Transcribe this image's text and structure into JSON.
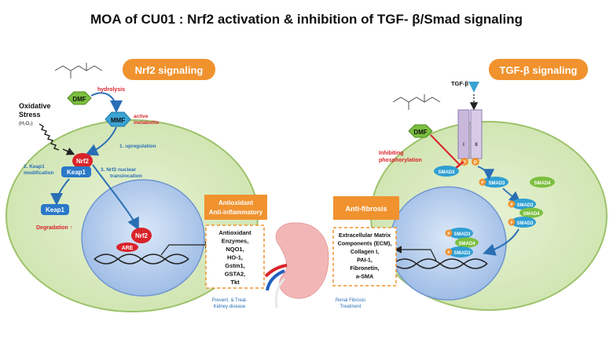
{
  "title": "MOA of CU01 : Nrf2 activation & inhibition of TGF- β/Smad signaling",
  "left": {
    "header": "Nrf2 signaling",
    "dmf": "DMF",
    "hydrolysis": "hydrolysis",
    "mmf": "MMF",
    "active_metabolite_1": "active",
    "active_metabolite_2": "metabolite",
    "oxidative_1": "Oxidative",
    "oxidative_2": "Stress",
    "oxidative_3": "(H₂O₂)",
    "upregulation": "1. upregulation",
    "keap1_mod_1": "2. Keap1",
    "keap1_mod_2": "modification",
    "nrf2": "Nrf2",
    "keap1": "Keap1",
    "nuclear_1": "3. Nrf2 nuclear",
    "nuclear_2": "translocation",
    "keap1_free": "Keap1",
    "degradation": "Degradation ↑",
    "nrf2_nucleus": "Nrf2",
    "are": "ARE",
    "effect_1": "Antioxidant",
    "effect_2": "Anti-inflammatory",
    "genes": [
      "Antioxidant",
      "Enzymes,",
      "NQO1,",
      "HO-1,",
      "Gstm1,",
      "GSTA2,",
      "Tkt"
    ],
    "outcome_1": "Prevent. & Treat.",
    "outcome_2": "Kidney disease"
  },
  "right": {
    "header": "TGF-β signaling",
    "ligand": "TGF-β",
    "dmf": "DMF",
    "inhibit_1": "Inhibiting",
    "inhibit_2": "phosphorylation",
    "receptor_1": "I",
    "receptor_2": "II",
    "p": "P",
    "smad3": "SMAD3",
    "smad4": "SMAD4",
    "effect": "Anti-fibrosis",
    "genes": [
      "Extracellular Matrix",
      "Components (ECM),",
      "Collagen I,",
      "PAI-1,",
      "Fibronetin,",
      "a-SMA"
    ],
    "outcome_1": "Renal Fibrosis",
    "outcome_2": "Treatment"
  },
  "colors": {
    "cell": "#d9ebbf",
    "cell_edge": "#9cc26a",
    "nucleus": "#b4cdee",
    "orange": "#f0922e",
    "green": "#7bbf3f",
    "red": "#d9232a",
    "blue": "#2a78c8",
    "cyan": "#3aa3d3"
  }
}
